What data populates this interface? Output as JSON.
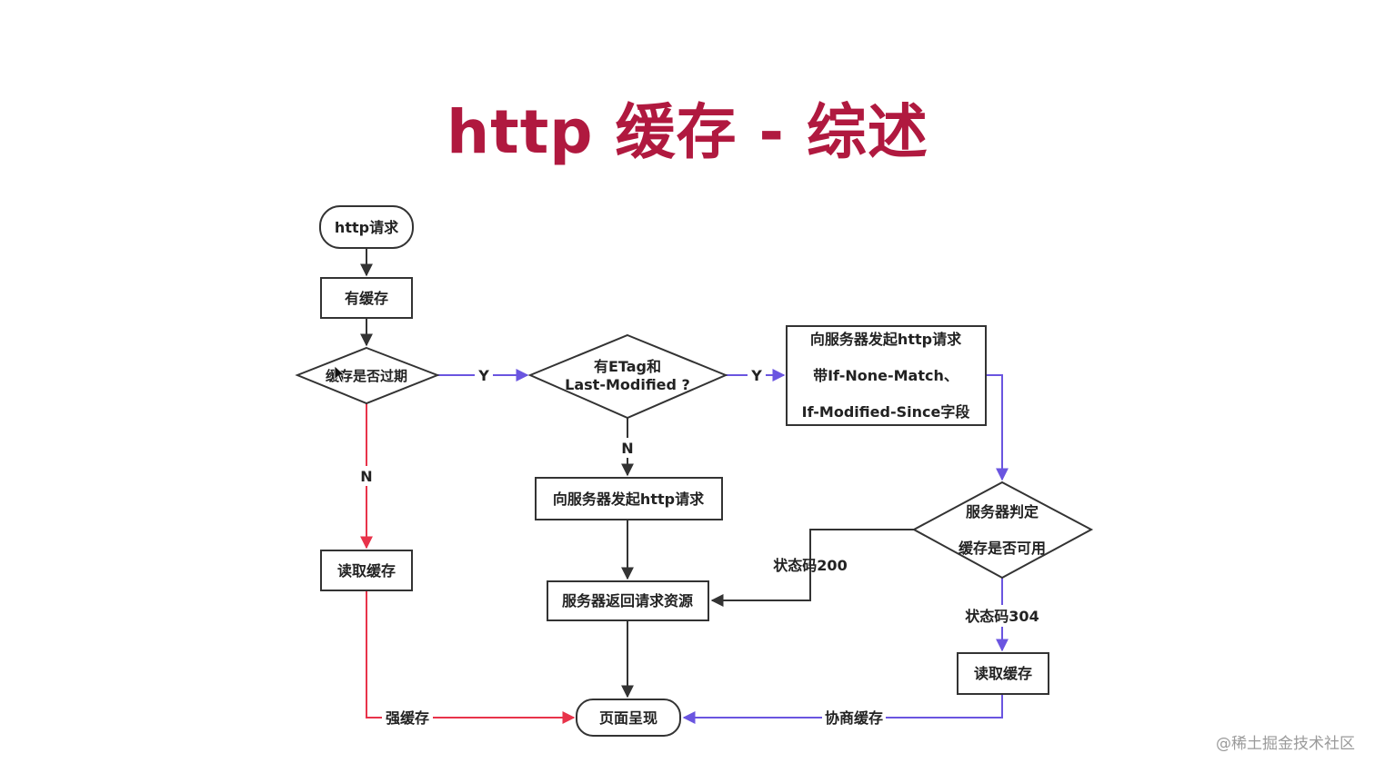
{
  "title": "http 缓存 - 综述",
  "watermark": "@稀土掘金技术社区",
  "nodes": {
    "http_request": "http请求",
    "has_cache": "有缓存",
    "cache_expired": "缓存是否过期",
    "etag_line1": "有ETag和",
    "etag_line2": "Last-Modified ?",
    "send_line1": "向服务器发起http请求",
    "send_line2": "带If-None-Match、",
    "send_line3": "If-Modified-Since字段",
    "request_server": "向服务器发起http请求",
    "server_judge_line1": "服务器判定",
    "server_judge_line2": "缓存是否可用",
    "read_cache": "读取缓存",
    "server_return": "服务器返回请求资源",
    "page_render": "页面呈现"
  },
  "edges": {
    "yes": "Y",
    "no": "N",
    "status_200": "状态码200",
    "status_304": "状态码304",
    "strong_cache": "强缓存",
    "negotiated_cache": "协商缓存"
  },
  "colors": {
    "title": "#b0193f",
    "red_path": "#e8334a",
    "blue_path": "#6a55e0",
    "black_path": "#333333"
  }
}
